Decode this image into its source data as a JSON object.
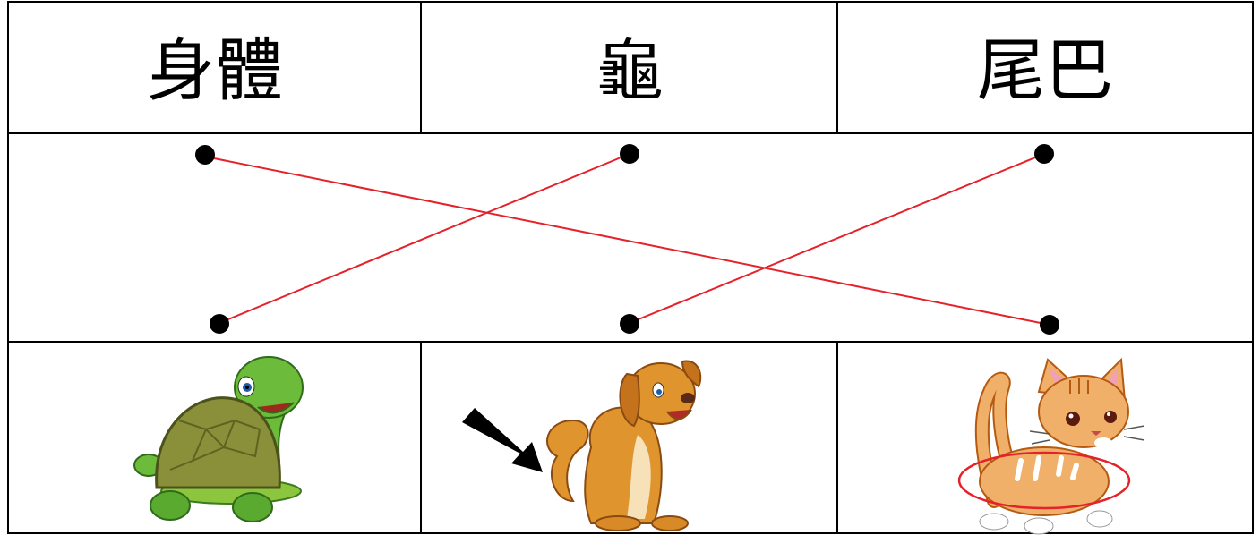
{
  "words": [
    "身體",
    "龜",
    "尾巴"
  ],
  "pictures": [
    {
      "animal": "turtle",
      "icon": "turtle-icon"
    },
    {
      "animal": "dog",
      "icon": "dog-icon",
      "marker": "pointing-arrow"
    },
    {
      "animal": "cat",
      "icon": "cat-icon",
      "marker": "red-circle-on-body"
    }
  ],
  "matches": [
    {
      "word": "身體",
      "picture": "cat"
    },
    {
      "word": "龜",
      "picture": "turtle"
    },
    {
      "word": "尾巴",
      "picture": "dog"
    }
  ],
  "colors": {
    "line": "#e5212a",
    "grid": "#000000",
    "dot": "#000000",
    "circle": "#e5212a"
  }
}
